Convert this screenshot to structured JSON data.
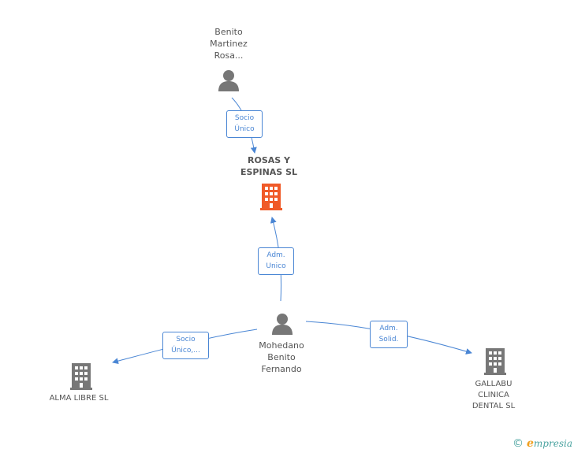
{
  "colors": {
    "edge": "#4a86d4",
    "person": "#777777",
    "company": "#777777",
    "focus_company": "#f05a28",
    "brand": "#4aa3a0"
  },
  "nodes": {
    "benito_martinez": {
      "lines": [
        "Benito",
        "Martinez",
        "Rosa..."
      ],
      "icon": "person-icon"
    },
    "rosas_y_espinas": {
      "lines": [
        "ROSAS Y",
        "ESPINAS SL"
      ],
      "icon": "building-icon"
    },
    "mohedano": {
      "lines": [
        "Mohedano",
        "Benito",
        "Fernando"
      ],
      "icon": "person-icon"
    },
    "alma_libre": {
      "lines": [
        "ALMA LIBRE SL"
      ],
      "icon": "building-icon"
    },
    "gallabu": {
      "lines": [
        "GALLABU",
        "CLINICA",
        "DENTAL SL"
      ],
      "icon": "building-icon"
    }
  },
  "edges": {
    "socio_unico": {
      "lines": [
        "Socio",
        "Único"
      ]
    },
    "adm_unico": {
      "lines": [
        "Adm.",
        "Unico"
      ]
    },
    "socio_unico_multi": {
      "lines": [
        "Socio",
        "Único,..."
      ]
    },
    "adm_solid": {
      "lines": [
        "Adm.",
        "Solid."
      ]
    }
  },
  "footer": {
    "copyright": "©",
    "brand_initial": "e",
    "brand_rest": "mpresia"
  }
}
